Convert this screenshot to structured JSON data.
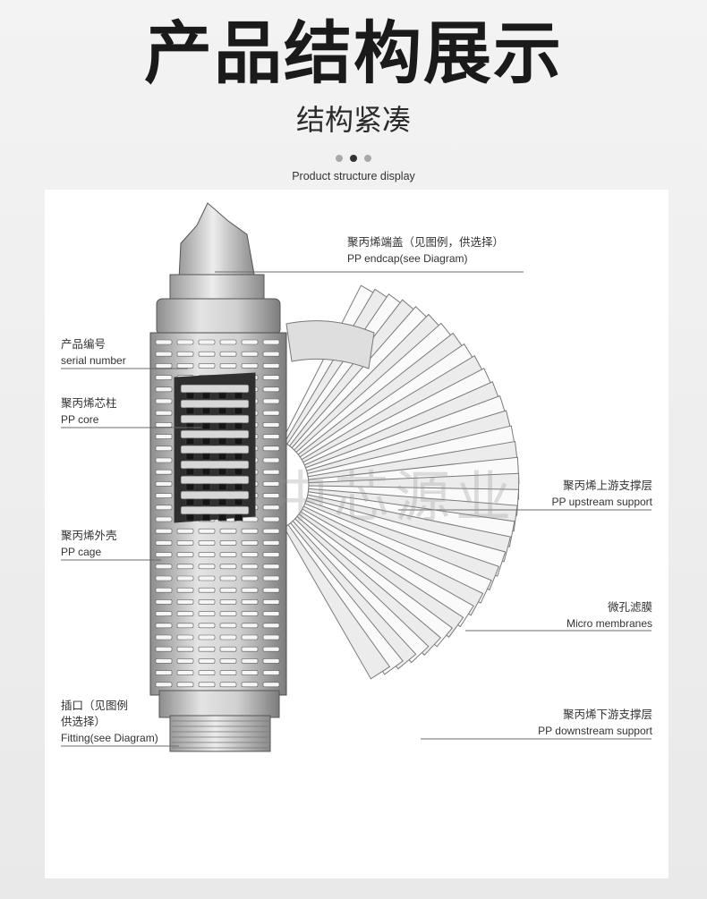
{
  "header": {
    "title": "产品结构展示",
    "subtitle": "结构紧凑",
    "en_title": "Product structure display"
  },
  "watermark": "中芯源业",
  "labels": {
    "endcap": {
      "zh": "聚丙烯端盖（见图例，供选择）",
      "en": "PP endcap(see Diagram)"
    },
    "serial": {
      "zh": "产品编号",
      "en": "serial number"
    },
    "core": {
      "zh": "聚丙烯芯柱",
      "en": "PP core"
    },
    "cage": {
      "zh": "聚丙烯外壳",
      "en": "PP cage"
    },
    "fitting": {
      "zh1": "插口（见图例",
      "zh2": "供选择）",
      "en": "Fitting(see Diagram)"
    },
    "upstream": {
      "zh": "聚丙烯上游支撑层",
      "en": "PP upstream support"
    },
    "membrane": {
      "zh": "微孔滤膜",
      "en": "Micro membranes"
    },
    "downstream": {
      "zh": "聚丙烯下游支撑层",
      "en": "PP downstream support"
    }
  },
  "colors": {
    "line": "#6b6b6b",
    "metal": "#c9c9c9",
    "dark": "#3a3a3a"
  }
}
